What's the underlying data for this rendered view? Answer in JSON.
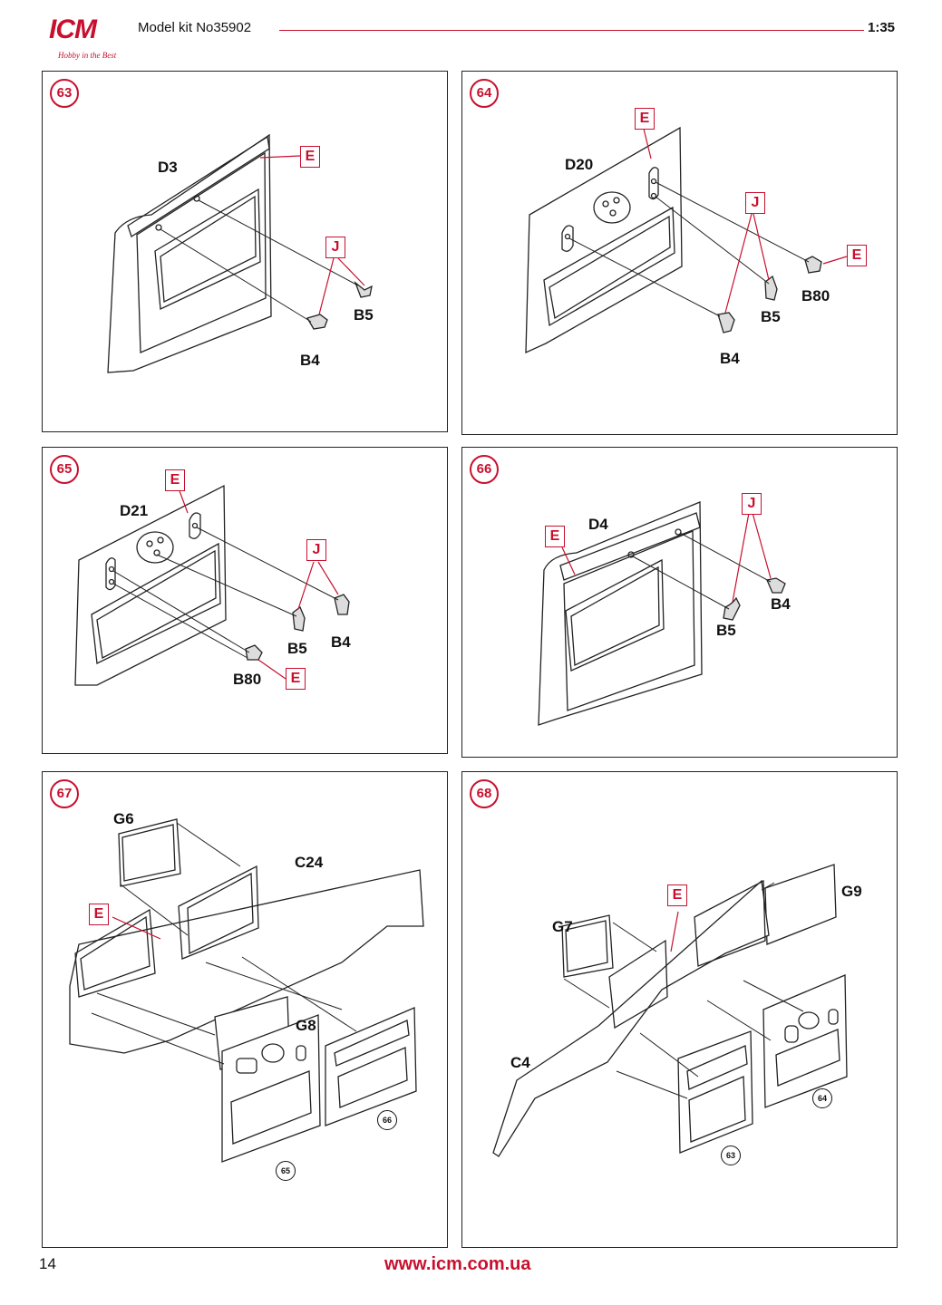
{
  "header": {
    "logo_text": "ICM",
    "logo_slogan": "Hobby in the Best",
    "model_kit": "Model kit No35902",
    "scale": "1:35"
  },
  "steps": [
    {
      "number": "63",
      "labels": {
        "d": "D3",
        "b5": "B5",
        "b4": "B4",
        "e": "E",
        "j": "J"
      }
    },
    {
      "number": "64",
      "labels": {
        "d": "D20",
        "b80": "B80",
        "b5": "B5",
        "b4": "B4",
        "e1": "E",
        "e2": "E",
        "j": "J"
      }
    },
    {
      "number": "65",
      "labels": {
        "d": "D21",
        "b5": "B5",
        "b4": "B4",
        "b80": "B80",
        "e1": "E",
        "e2": "E",
        "j": "J"
      }
    },
    {
      "number": "66",
      "labels": {
        "d": "D4",
        "b4": "B4",
        "b5": "B5",
        "e": "E",
        "j": "J"
      }
    },
    {
      "number": "67",
      "labels": {
        "g6": "G6",
        "c24": "C24",
        "g8": "G8",
        "e": "E",
        "ref1": "65",
        "ref2": "66"
      }
    },
    {
      "number": "68",
      "labels": {
        "g9": "G9",
        "g7": "G7",
        "c4": "C4",
        "e": "E",
        "ref1": "64",
        "ref2": "63"
      }
    }
  ],
  "footer": {
    "page_number": "14",
    "url": "www.icm.com.ua"
  },
  "colors": {
    "accent": "#c8102e",
    "ink": "#111111"
  }
}
